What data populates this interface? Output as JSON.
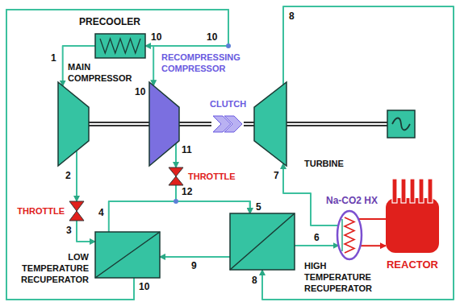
{
  "diagram": {
    "nodes": [
      {
        "text": [
          "PRECOOLER"
        ]
      },
      {
        "text": [
          "MAIN COMPRESSOR"
        ]
      },
      {
        "text": [
          "RECOMPRESSING COMPRESSOR"
        ]
      },
      {
        "text": [
          "TURBINE"
        ]
      },
      {
        "text": [
          "THROTTLE"
        ]
      },
      {
        "text": [
          "THROTTLE"
        ]
      },
      {
        "text": [
          "LOW TEMPERATURE RECUPERATOR"
        ]
      },
      {
        "text": [
          "HIGH TEMPERATURE RECUPERATOR"
        ]
      },
      {
        "text": [
          "Na-CO2 HX"
        ]
      },
      {
        "text": [
          "REACTOR"
        ]
      },
      {
        "text": [
          "CLUTCH"
        ]
      }
    ],
    "edges": [
      {
        "from": 0,
        "to": 1,
        "arrow": "to",
        "label": "1"
      },
      {
        "from": 1,
        "to": 4,
        "arrow": "to",
        "label": "2"
      },
      {
        "from": 4,
        "to": 6,
        "arrow": "to",
        "label": "3"
      },
      {
        "from": 6,
        "to": 7,
        "arrow": "to",
        "label": "4"
      },
      {
        "from": 5,
        "to": 7,
        "arrow": "to",
        "label": "12"
      },
      {
        "from": 7,
        "to": 8,
        "arrow": "to",
        "label": "6"
      },
      {
        "from": 8,
        "to": 3,
        "arrow": "to",
        "label": "7"
      },
      {
        "from": 3,
        "to": 7,
        "arrow": "to",
        "label": "8"
      },
      {
        "from": 7,
        "to": 6,
        "arrow": "to",
        "label": "9"
      },
      {
        "from": 6,
        "to": 0,
        "arrow": "to",
        "label": "10"
      },
      {
        "from": 6,
        "to": 2,
        "arrow": "to",
        "label": "10"
      },
      {
        "from": 2,
        "to": 5,
        "arrow": "to",
        "label": "11"
      },
      {
        "from": 1,
        "to": 2,
        "arrow": "none"
      },
      {
        "from": 2,
        "to": 10,
        "arrow": "none"
      },
      {
        "from": 10,
        "to": 3,
        "arrow": "none"
      },
      {
        "from": 9,
        "to": 8,
        "arrow": "none"
      },
      {
        "from": 8,
        "to": 9,
        "arrow": "to"
      }
    ],
    "labels": [
      "5",
      "8",
      "10",
      "10"
    ]
  }
}
